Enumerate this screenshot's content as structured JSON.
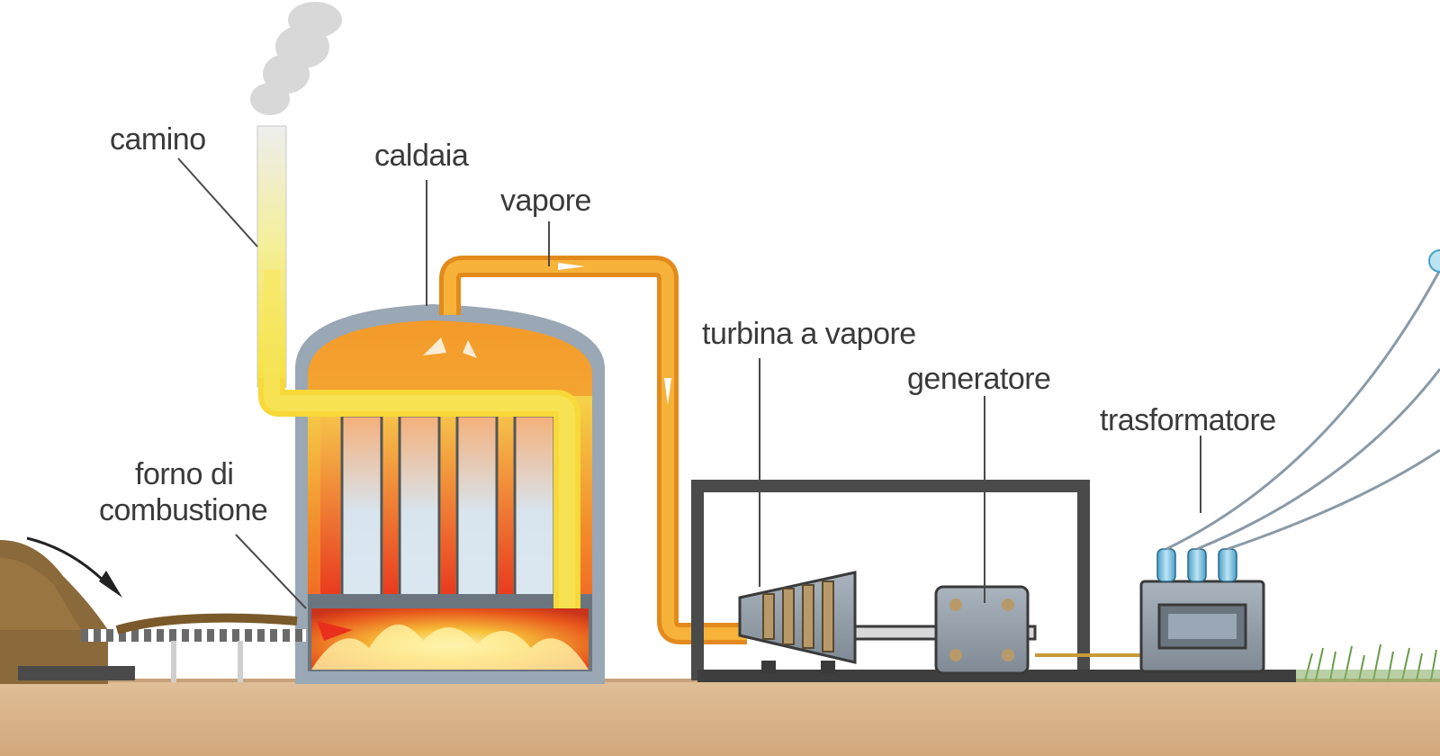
{
  "labels": {
    "chimney": "camino",
    "boiler": "caldaia",
    "steam": "vapore",
    "furnace_line1": "forno di",
    "furnace_line2": "combustione",
    "turbine": "turbina a vapore",
    "generator": "generatore",
    "transformer": "trasformatore"
  },
  "colors": {
    "ground": "#d9b48c",
    "boiler_wall": "#9aa7b4",
    "steam_pipe": "#f5a623",
    "flue": "#f7e13a",
    "fire": "#f04a1a",
    "machinery": "#8a949e",
    "frame": "#4a4a4a"
  }
}
